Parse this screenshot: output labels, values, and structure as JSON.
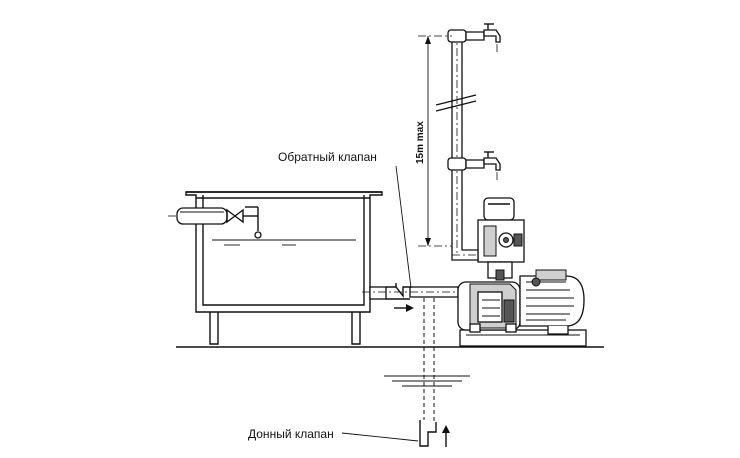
{
  "labels": {
    "check_valve": "Обратный клапан",
    "foot_valve": "Донный клапан",
    "max_height": "15m max"
  },
  "icons": [
    "tank",
    "float-valve",
    "check-valve",
    "foot-valve",
    "pump",
    "motor",
    "pressure-switch",
    "faucet"
  ]
}
